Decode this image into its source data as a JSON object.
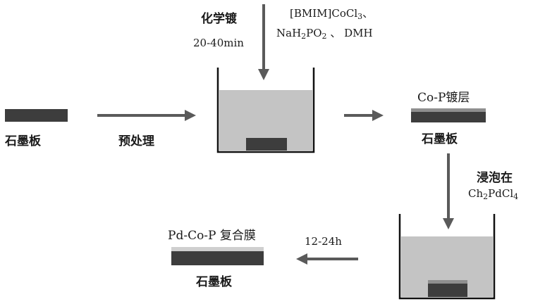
{
  "labels": {
    "graphite_1": "石墨板",
    "pretreat": "预处理",
    "electroless_title": "化学镀",
    "electroless_time": "20-40min",
    "reagents_line1_a": "[BMIM]CoCl",
    "reagents_line1_sub": "3",
    "reagents_line1_b": "、",
    "reagents_line2_a": "NaH",
    "reagents_line2_sub1": "2",
    "reagents_line2_b": "PO",
    "reagents_line2_sub2": "2",
    "reagents_line2_c": " 、 DMH",
    "cop_layer": "Co-P镀层",
    "graphite_2": "石墨板",
    "soak_title": "浸泡在",
    "soak_chem_a": "Ch",
    "soak_chem_sub1": "2",
    "soak_chem_b": "PdCl",
    "soak_chem_sub2": "4",
    "soak_time": "12-24h",
    "composite_film": "Pd-Co-P 复合膜",
    "graphite_3": "石墨板"
  },
  "colors": {
    "plate": "#3d3d3d",
    "solution": "#c4c4c4",
    "cop_coating": "#8f8f8f",
    "composite_coating": "#d2d2d2",
    "arrow": "#5a5a5a",
    "beaker": "#111111"
  }
}
